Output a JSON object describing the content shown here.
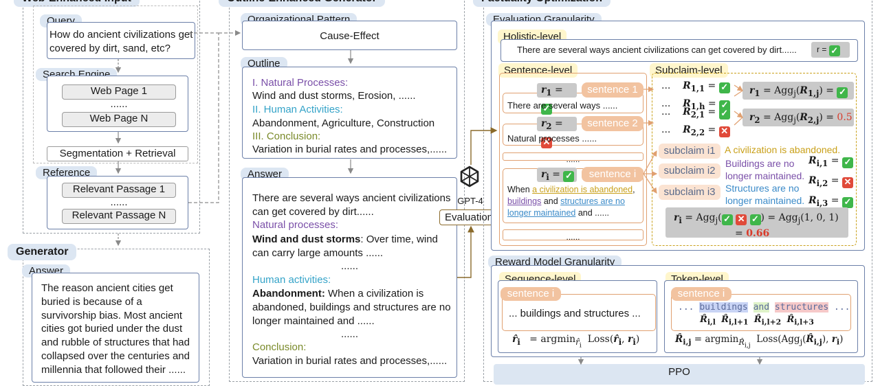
{
  "web": {
    "title": "Web-Enhanced Input",
    "query_tag": "Query",
    "query_text": "How do ancient civilizations get covered by dirt, sand, etc?",
    "search_tag": "Search Engine",
    "web_page_1": "Web Page 1",
    "dots": "......",
    "web_page_n": "Web Page N",
    "seg": "Segmentation + Retrieval",
    "ref_tag": "Reference",
    "passage_1": "Relevant Passage 1",
    "passage_n": "Relevant Passage N"
  },
  "generator": {
    "title": "Generator",
    "answer_tag": "Answer",
    "answer_text": "The reason ancient cities get buried is because of a survivorship bias. Most ancient cities got buried under the dust and rubble of structures that had collapsed over the centuries and millennia that followed their ......"
  },
  "outline": {
    "title": "Outline-Enhanced Generator",
    "org_tag": "Organizational Pattern",
    "org_value": "Cause-Effect",
    "outline_tag": "Outline",
    "o1h": "I. Natural Processes:",
    "o1t": "Wind and dust storms, Erosion, ......",
    "o2h": "II. Human Activities:",
    "o2t": "Abandonment, Agriculture, Construction",
    "o3h": "III. Conclusion:",
    "o3t": "Variation in burial rates and processes,......",
    "answer_tag": "Answer",
    "a1": "There are several ways ancient civilizations can get covered by dirt......",
    "a2h": "Natural processes:",
    "a2b": "Wind and dust storms",
    "a2t": ": Over time, wind can carry large amounts ......",
    "dots": "......",
    "a3h": "Human activities:",
    "a3b": "Abandonment:",
    "a3t": " When a civilization is abandoned, buildings and structures are no longer maintained and ......",
    "a4h": "Conclusion:",
    "a4t": "Variation in burial rates and processes,......"
  },
  "gpt": {
    "label": "GPT-4",
    "eval": "Evaluation"
  },
  "fact": {
    "title": "Factuality Optimization",
    "gran_tag": "Evaluation Granularity",
    "holistic_tag": "Holistic-level",
    "holistic_text": "There are several ways ancient civilizations can get covered by dirt......",
    "holistic_r": "r =",
    "sentence_tag": "Sentence-level",
    "subclaim_tag": "Subclaim-level",
    "r1": "r",
    "sentence_1": "sentence 1",
    "s1_text": "There are several ways  ......",
    "sentence_2": "sentence 2",
    "s2_text": "Natural processes ......",
    "sentence_i": "sentence i",
    "si_a": "When ",
    "si_b": "a civilization is abandoned",
    "si_c": ",",
    "si_d": "buildings",
    "si_e": " and ",
    "si_f": "structures are no longer maintained",
    "si_g": " and ......",
    "dots": "......",
    "subclaim_i1": "subclaim i1",
    "subclaim_i2": "subclaim i2",
    "subclaim_i3": "subclaim i3",
    "sc1_text": "A civilization is abandoned.",
    "sc2_text": "Buildings are no longer maintained.",
    "sc3_text": "Structures are no longer maintained.",
    "agg_r2_value": "0.5",
    "agg_ri_value": "0.66",
    "agg_ri_mid": "= Agg",
    "agg_ri_tuple": "(1, 0, 1)",
    "reward_tag": "Reward Model Granularity",
    "seq_tag": "Sequence-level",
    "tok_tag": "Token-level",
    "seq_sentence": "sentence i",
    "seq_text": "... buildings and structures ...",
    "tok_sentence": "sentence i",
    "tok_t1": "buildings",
    "tok_t2": "and",
    "tok_t3": "structures",
    "ppo": "PPO"
  }
}
